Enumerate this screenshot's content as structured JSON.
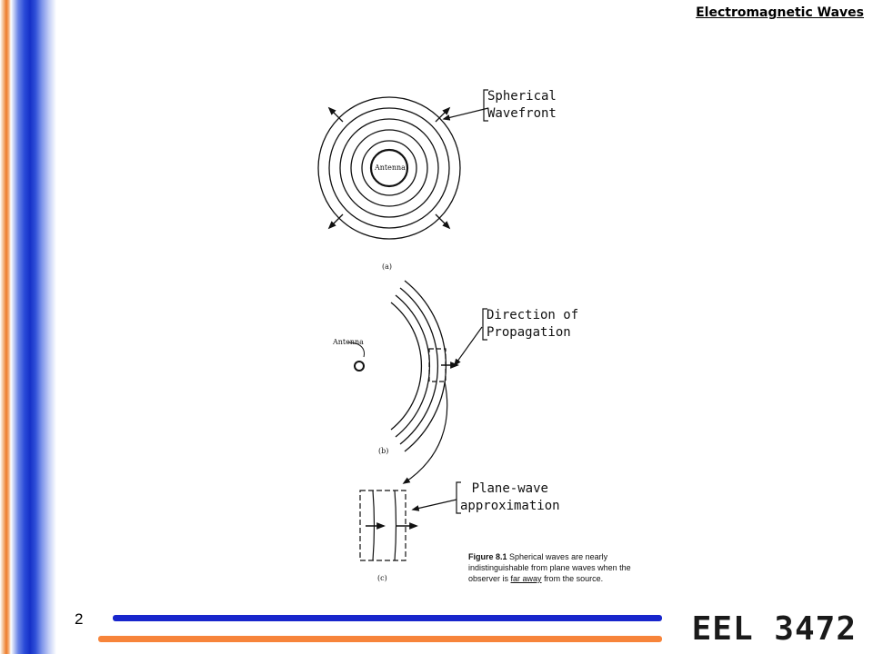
{
  "slide": {
    "header_title": "Electromagnetic Waves",
    "page_number": "2",
    "course_code": "EEL 3472"
  },
  "figure": {
    "callouts": {
      "spherical": [
        "Spherical",
        "Wavefront"
      ],
      "direction": [
        "Direction of",
        "Propagation"
      ],
      "plane": [
        "Plane-wave",
        "approximation"
      ]
    },
    "panel_a": {
      "antenna_label": "Antenna",
      "label": "(a)"
    },
    "panel_b": {
      "antenna_label": "Antenna",
      "label": "(b)"
    },
    "panel_c": {
      "label": "(c)"
    },
    "caption": {
      "figure_number": "Figure 8.1",
      "text_1": "Spherical waves are nearly indistinguishable from plane waves when the observer is",
      "text_far": "far away",
      "text_2": "from the source."
    }
  },
  "colors": {
    "accent_blue": "#1826cc",
    "accent_orange": "#f7843a"
  }
}
